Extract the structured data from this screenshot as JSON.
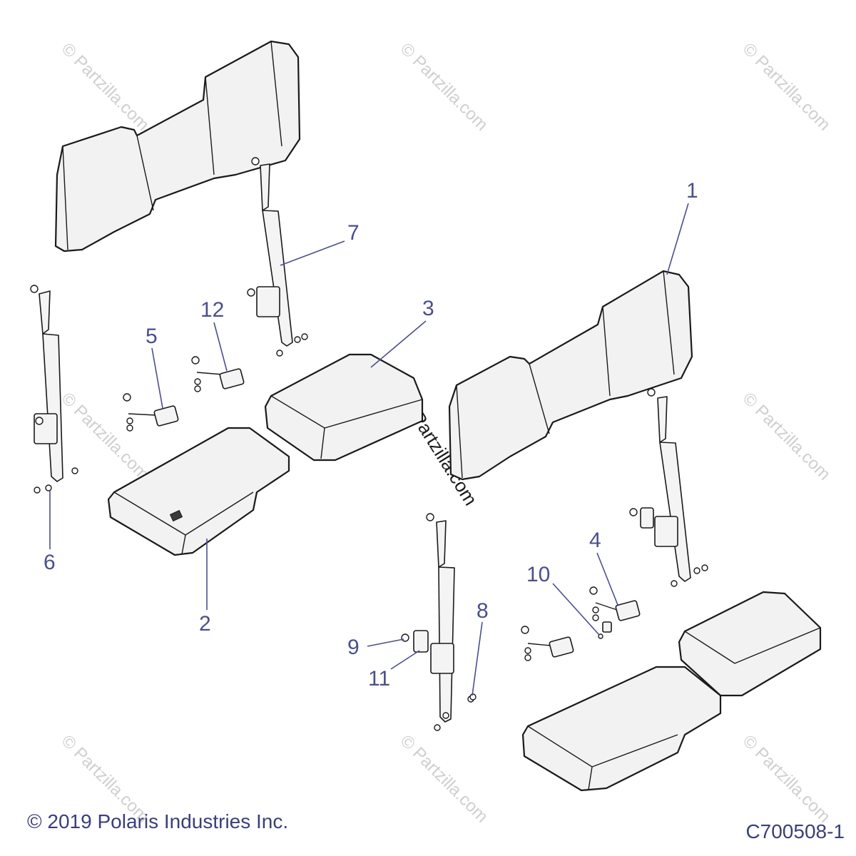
{
  "callouts": [
    {
      "id": "1",
      "label": "1"
    },
    {
      "id": "2",
      "label": "2"
    },
    {
      "id": "3",
      "label": "3"
    },
    {
      "id": "4",
      "label": "4"
    },
    {
      "id": "5",
      "label": "5"
    },
    {
      "id": "6",
      "label": "6"
    },
    {
      "id": "7",
      "label": "7"
    },
    {
      "id": "8",
      "label": "8"
    },
    {
      "id": "9",
      "label": "9"
    },
    {
      "id": "10",
      "label": "10"
    },
    {
      "id": "11",
      "label": "11"
    },
    {
      "id": "12",
      "label": "12"
    }
  ],
  "watermark": {
    "text": "© Partzilla.com",
    "center_text": "© Partzilla.com"
  },
  "footer": {
    "copyright": "© 2019 Polaris Industries Inc.",
    "drawing_code": "C700508-1"
  },
  "colors": {
    "callout": "#4a4f8f",
    "line": "#1a1a1a",
    "part_fill": "#f2f2f2",
    "watermark": "#cfcfcf"
  }
}
